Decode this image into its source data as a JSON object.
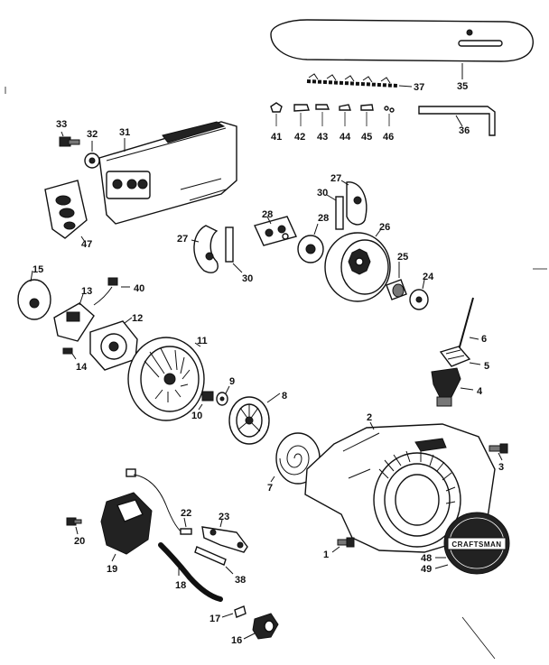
{
  "brand_badge": "CRAFTSMAN",
  "callouts": {
    "c1": "1",
    "c2": "2",
    "c3": "3",
    "c4": "4",
    "c5": "5",
    "c6": "6",
    "c7": "7",
    "c8": "8",
    "c9": "9",
    "c10": "10",
    "c11": "11",
    "c12": "12",
    "c13": "13",
    "c14": "14",
    "c15": "15",
    "c16": "16",
    "c17": "17",
    "c18": "18",
    "c19": "19",
    "c20": "20",
    "c22": "22",
    "c23": "23",
    "c24": "24",
    "c25": "25",
    "c26": "26",
    "c27a": "27",
    "c27b": "27",
    "c28a": "28",
    "c28b": "28",
    "c30a": "30",
    "c30b": "30",
    "c31": "31",
    "c32": "32",
    "c33": "33",
    "c35": "35",
    "c36": "36",
    "c37": "37",
    "c38": "38",
    "c41": "41",
    "c42": "42",
    "c43": "43",
    "c44": "44",
    "c45": "45",
    "c46": "46",
    "c47": "47",
    "c48": "48",
    "c49": "49",
    "c40": "40"
  }
}
